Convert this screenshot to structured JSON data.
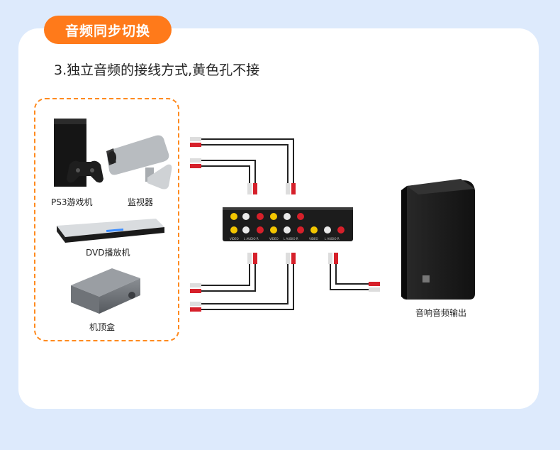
{
  "header": {
    "badge": "音频同步切换"
  },
  "main": {
    "heading": "3.独立音频的接线方式,黄色孔不接",
    "devices": {
      "ps3": "PS3游戏机",
      "monitor": "监视器",
      "dvd": "DVD播放机",
      "settop": "机顶盒",
      "speaker": "音响音频输出"
    },
    "switch_panel": {
      "port_label": "VIDEO",
      "audio_label": "L AUDIO R"
    }
  },
  "colors": {
    "accent": "#ff7a1a",
    "background": "#ddeafc",
    "port_red": "#d6202a",
    "port_yellow": "#f2c500",
    "port_white": "#e8e8e8"
  }
}
